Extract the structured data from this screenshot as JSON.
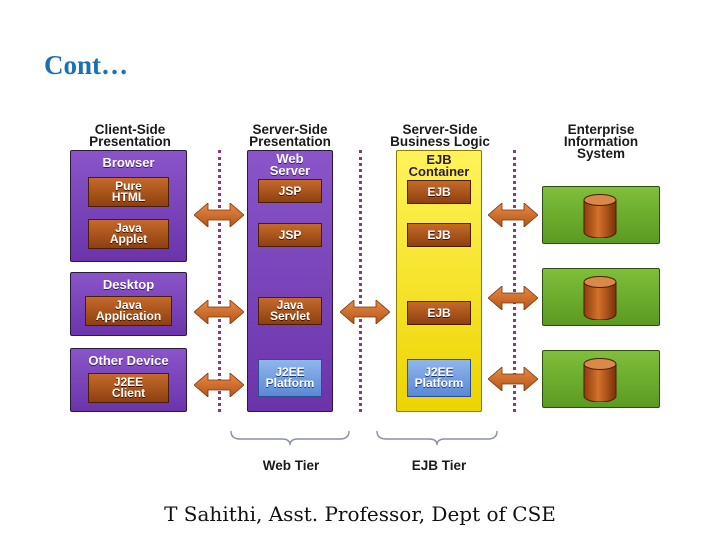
{
  "slide": {
    "title": "Cont…",
    "footer": "T Sahithi, Asst. Professor, Dept of CSE"
  },
  "columns": [
    {
      "heading": "Client-Side\nPresentation"
    },
    {
      "heading": "Server-Side\nPresentation"
    },
    {
      "heading": "Server-Side\nBusiness Logic"
    },
    {
      "heading": "Enterprise\nInformation\nSystem"
    }
  ],
  "client": {
    "browser": {
      "title": "Browser",
      "items": [
        "Pure\nHTML",
        "Java\nApplet"
      ]
    },
    "desktop": {
      "title": "Desktop",
      "items": [
        "Java\nApplication"
      ]
    },
    "other": {
      "title": "Other Device",
      "items": [
        "J2EE\nClient"
      ]
    }
  },
  "web_server": {
    "title": "Web\nServer",
    "items": [
      "JSP",
      "JSP",
      "Java\nServlet",
      "J2EE\nPlatform"
    ]
  },
  "ejb_container": {
    "title": "EJB\nContainer",
    "items": [
      "EJB",
      "EJB",
      "EJB",
      "J2EE\nPlatform"
    ]
  },
  "tiers": {
    "web": "Web Tier",
    "ejb": "EJB Tier"
  },
  "colors": {
    "title_blue": "#1a6fb5",
    "purple": "#7a45bb",
    "brown": "#a9551c",
    "yellow": "#f8e52a",
    "green": "#6aab2c",
    "blue_box": "#7aa3e3",
    "arrow_orange": "#d46f2c",
    "divider": "#8a3a7a"
  }
}
